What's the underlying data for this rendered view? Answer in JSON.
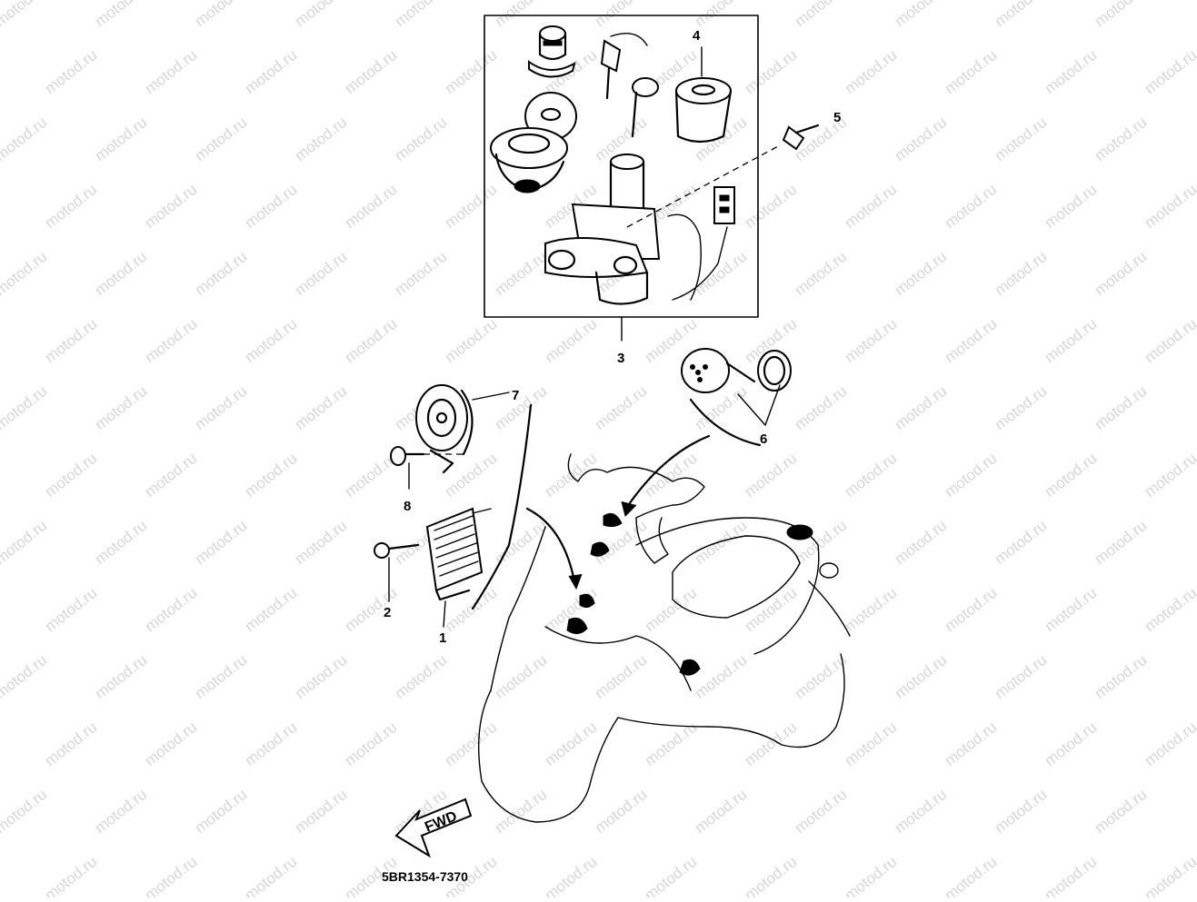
{
  "watermark": {
    "text": "motod.ru"
  },
  "callouts": [
    {
      "id": "c1",
      "label": "1"
    },
    {
      "id": "c2",
      "label": "2"
    },
    {
      "id": "c3",
      "label": "3"
    },
    {
      "id": "c4",
      "label": "4"
    },
    {
      "id": "c5",
      "label": "5"
    },
    {
      "id": "c6",
      "label": "6"
    },
    {
      "id": "c7",
      "label": "7"
    },
    {
      "id": "c8",
      "label": "8"
    }
  ],
  "fwd_arrow": {
    "text": "FWD"
  },
  "part_number": "5BR1354-7370"
}
